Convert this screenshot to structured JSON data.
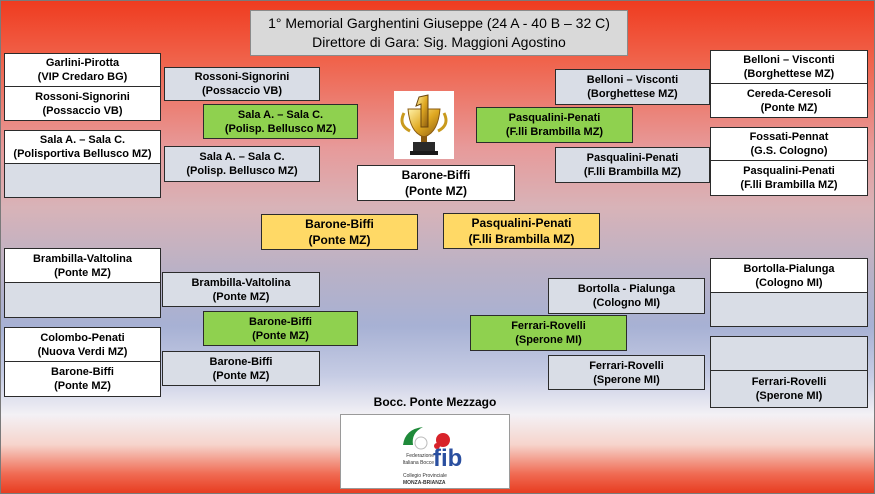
{
  "header": {
    "title": "1° Memorial Garghentini  Giuseppe (24 A - 40 B – 32 C)",
    "director": "Direttore di Gara: Sig. Maggioni Agostino"
  },
  "host": "Bocc. Ponte Mezzago",
  "logo": {
    "abbr": "fib",
    "line1": "Federazione",
    "line2": "Italiana Bocce",
    "line3": "Collegio Provinciale",
    "line4": "MONZA-BRIANZA"
  },
  "trophy_icon": "gold-trophy-number-1-icon",
  "colors": {
    "qualified_green": "#8fd14f",
    "finalist_gold": "#ffd966",
    "round_grey": "#d9dde6",
    "background_red": "#ef3b1f"
  },
  "left": {
    "round1": [
      {
        "team": "Garlini-Pirotta",
        "club": "(VIP Credaro BG)"
      },
      {
        "team": "Rossoni-Signorini",
        "club": "(Possaccio VB)"
      },
      {
        "team": "Sala A. – Sala C.",
        "club": "(Polisportiva Bellusco MZ)"
      },
      {
        "team": "",
        "club": ""
      },
      {
        "team": "Brambilla-Valtolina",
        "club": "(Ponte MZ)"
      },
      {
        "team": "",
        "club": ""
      },
      {
        "team": "Colombo-Penati",
        "club": "(Nuova Verdi MZ)"
      },
      {
        "team": "Barone-Biffi",
        "club": "(Ponte MZ)"
      }
    ],
    "round2": [
      {
        "team": "Rossoni-Signorini",
        "club": "(Possaccio VB)"
      },
      {
        "team": "Sala A. – Sala C.",
        "club": "(Polisp. Bellusco MZ)"
      },
      {
        "team": "Brambilla-Valtolina",
        "club": "(Ponte MZ)"
      },
      {
        "team": "Barone-Biffi",
        "club": "(Ponte MZ)"
      }
    ],
    "semifinal": [
      {
        "team": "Sala A. – Sala C.",
        "club": "(Polisp. Bellusco MZ)"
      },
      {
        "team": "Barone-Biffi",
        "club": "(Ponte MZ)"
      }
    ],
    "finalist": {
      "team": "Barone-Biffi",
      "club": "(Ponte MZ)"
    }
  },
  "right": {
    "round1": [
      {
        "team": "Belloni – Visconti",
        "club": "(Borghettese MZ)"
      },
      {
        "team": "Cereda-Ceresoli",
        "club": "(Ponte MZ)"
      },
      {
        "team": "Fossati-Pennat",
        "club": "(G.S. Cologno)"
      },
      {
        "team": "Pasqualini-Penati",
        "club": "(F.lli Brambilla MZ)"
      },
      {
        "team": "Bortolla-Pialunga",
        "club": "(Cologno MI)"
      },
      {
        "team": "",
        "club": ""
      },
      {
        "team": "",
        "club": ""
      },
      {
        "team": "Ferrari-Rovelli",
        "club": "(Sperone MI)"
      }
    ],
    "round2": [
      {
        "team": "Belloni – Visconti",
        "club": "(Borghettese MZ)"
      },
      {
        "team": "Pasqualini-Penati",
        "club": "(F.lli Brambilla MZ)"
      },
      {
        "team": "Bortolla - Pialunga",
        "club": "(Cologno MI)"
      },
      {
        "team": "Ferrari-Rovelli",
        "club": "(Sperone MI)"
      }
    ],
    "semifinal": [
      {
        "team": "Pasqualini-Penati",
        "club": "(F.lli Brambilla MZ)"
      },
      {
        "team": "Ferrari-Rovelli",
        "club": "(Sperone MI)"
      }
    ],
    "finalist": {
      "team": "Pasqualini-Penati",
      "club": "(F.lli Brambilla MZ)"
    }
  },
  "winner": {
    "team": "Barone-Biffi",
    "club": "(Ponte MZ)"
  }
}
